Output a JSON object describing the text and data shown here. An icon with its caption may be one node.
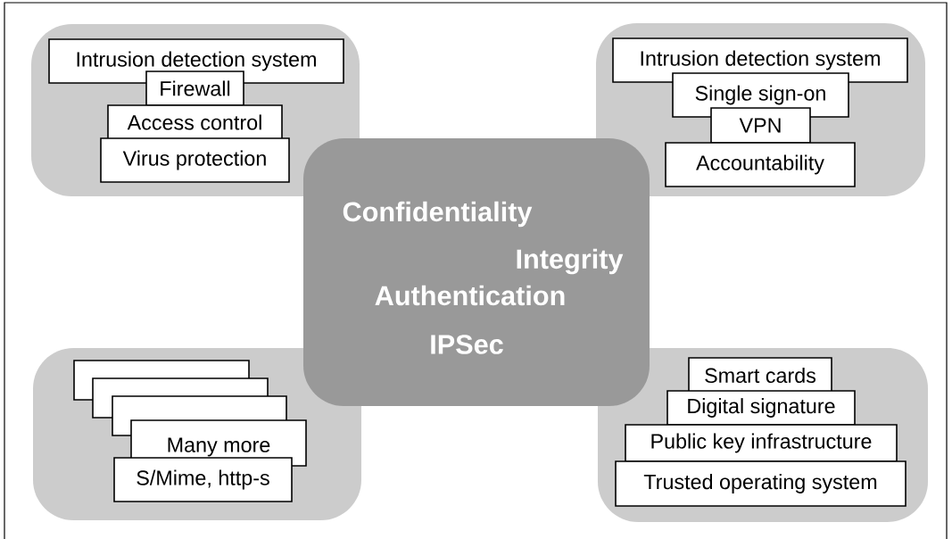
{
  "diagram": {
    "nodes": [
      {
        "text": [],
        "shape": "box"
      },
      {
        "text": [
          "Intrusion detection system"
        ],
        "in": 0
      },
      {
        "text": [
          "Firewall"
        ],
        "in": 0
      },
      {
        "text": [
          "Access control"
        ],
        "in": 0
      },
      {
        "text": [
          "Virus protection"
        ],
        "in": 0
      },
      {
        "text": [],
        "shape": "box"
      },
      {
        "text": [
          "Intrusion detection system"
        ],
        "in": 5
      },
      {
        "text": [
          "Single sign-on"
        ],
        "in": 5
      },
      {
        "text": [
          "VPN"
        ],
        "in": 5
      },
      {
        "text": [
          "Accountability"
        ],
        "in": 5
      },
      {
        "text": [
          "Confidentiality",
          "Integrity",
          "Authentication",
          "IPSec"
        ]
      },
      {
        "text": [],
        "shape": "box"
      },
      {
        "text": [],
        "shape": "box",
        "in": 11
      },
      {
        "text": [],
        "shape": "box",
        "in": 11
      },
      {
        "text": [],
        "shape": "box",
        "in": 11
      },
      {
        "text": [
          "Many more"
        ],
        "in": 11
      },
      {
        "text": [
          "S/Mime, http-s"
        ],
        "in": 11
      },
      {
        "text": [],
        "shape": "box"
      },
      {
        "text": [
          "Smart cards"
        ],
        "in": 17
      },
      {
        "text": [
          "Digital signature"
        ],
        "in": 17
      },
      {
        "text": [
          "Public key infrastructure"
        ],
        "in": 17
      },
      {
        "text": [
          "Trusted operating system"
        ],
        "in": 17
      }
    ]
  }
}
